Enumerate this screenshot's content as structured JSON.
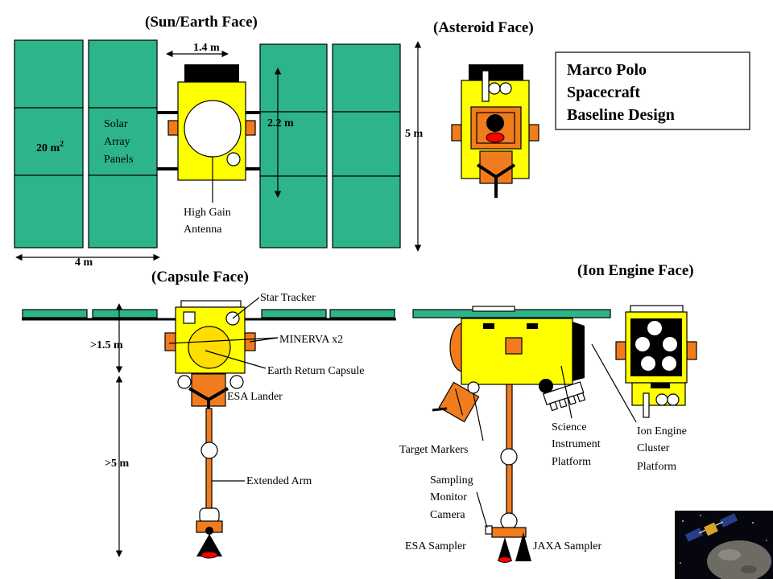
{
  "titles": {
    "sun_earth": "(Sun/Earth Face)",
    "asteroid": "(Asteroid Face)",
    "capsule": "(Capsule Face)",
    "ion_engine": "(Ion Engine Face)"
  },
  "info_box": {
    "line1": "Marco Polo",
    "line2": "Spacecraft",
    "line3": "Baseline Design"
  },
  "sun_face": {
    "dim_width": "1.4 m",
    "dim_height": "2.2 m",
    "dim_span": "5 m",
    "dim_panel": "4 m",
    "area_value": "20 m",
    "area_sup": "2",
    "panels_line1": "Solar",
    "panels_line2": "Array",
    "panels_line3": "Panels",
    "antenna_line1": "High Gain",
    "antenna_line2": "Antenna"
  },
  "capsule_face": {
    "star_tracker": "Star Tracker",
    "minerva": "MINERVA x2",
    "dim_min": ">1.5 m",
    "earth_capsule": "Earth Return Capsule",
    "esa_lander": "ESA Lander",
    "dim_arm": ">5 m",
    "extended_arm": "Extended Arm"
  },
  "ion_face": {
    "science_line1": "Science",
    "science_line2": "Instrument",
    "science_line3": "Platform",
    "ion_line1": "Ion Engine",
    "ion_line2": "Cluster",
    "ion_line3": "Platform",
    "target_markers": "Target Markers",
    "sampling_line1": "Sampling",
    "sampling_line2": "Monitor",
    "sampling_line3": "Camera",
    "esa_sampler": "ESA Sampler",
    "jaxa_sampler": "JAXA Sampler"
  },
  "colors": {
    "solar_panel": "#2db48a",
    "spacecraft_body": "#ffff00",
    "lander": "#f07c1e",
    "marker": "#ff0000"
  }
}
